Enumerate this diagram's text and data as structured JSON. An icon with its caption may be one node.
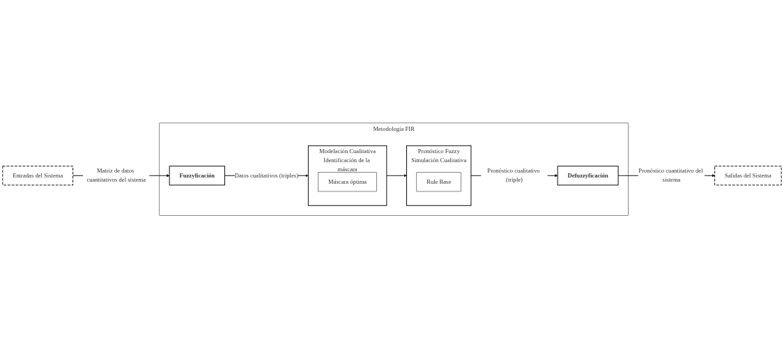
{
  "diagram": {
    "nodes": [
      {
        "text": [
          "Metodología FIR"
        ]
      },
      {
        "text": [
          "Entradas del Sistema"
        ]
      },
      {
        "text": [
          "Fuzzyficación"
        ],
        "in": 0
      },
      {
        "text": [
          "Modelación Cualitativa",
          "Identificación de la máscara"
        ],
        "in": 0
      },
      {
        "text": [
          "Máscara óptima"
        ],
        "in": 3
      },
      {
        "text": [
          "Pronóstico Fuzzy",
          "Simulación Cualitativa"
        ],
        "in": 0
      },
      {
        "text": [
          "Rule Base"
        ],
        "in": 5
      },
      {
        "text": [
          "Defuzzyficación"
        ],
        "in": 0
      },
      {
        "text": [
          "Salidas del Sistema"
        ]
      }
    ],
    "edges": [
      {
        "from": 1,
        "to": 2,
        "arrow": "to",
        "label": "Matriz de datos cuantitativos del sistema"
      },
      {
        "from": 2,
        "to": 3,
        "arrow": "to",
        "label": "Datos cualitativos (triples)"
      },
      {
        "from": 3,
        "to": 5,
        "arrow": "to"
      },
      {
        "from": 5,
        "to": 7,
        "arrow": "to",
        "label": "Pronóstico cualitativo (triple)"
      },
      {
        "from": 7,
        "to": 8,
        "arrow": "to",
        "label": "Pronóstico cuantitativo del sistema"
      }
    ]
  }
}
